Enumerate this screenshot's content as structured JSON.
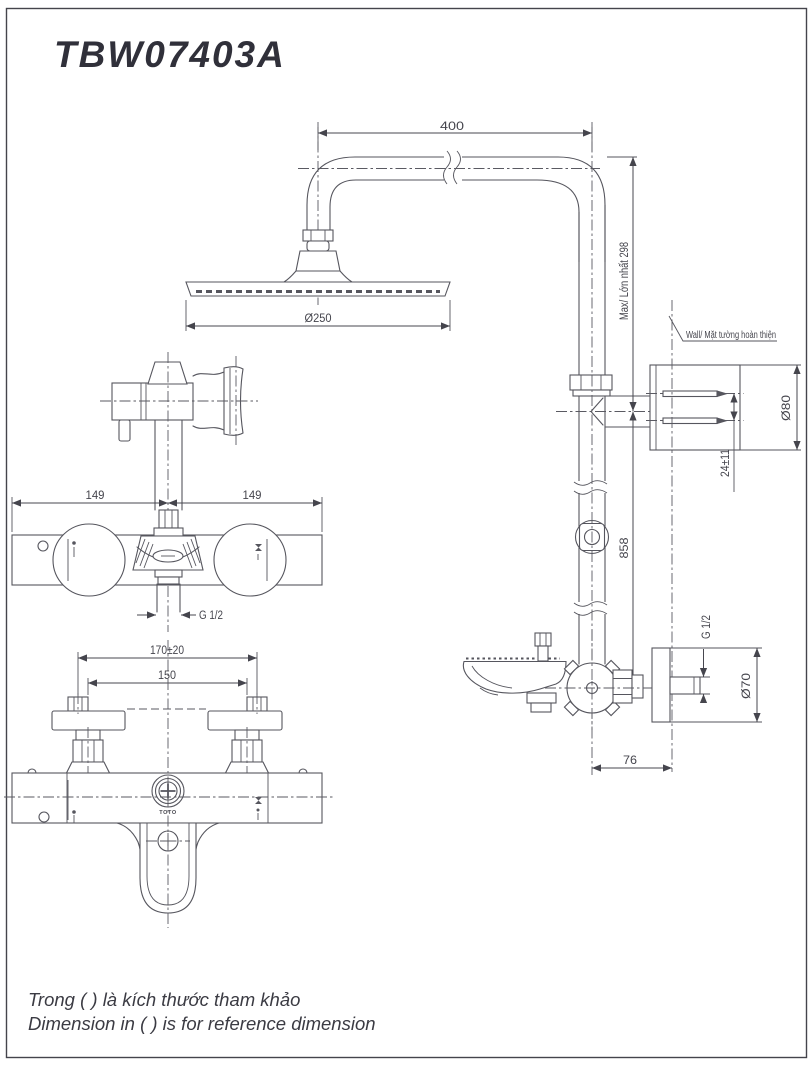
{
  "page": {
    "title": "TBW07403A",
    "notes": [
      "Trong ( ) là kích thước tham khảo",
      "Dimension in ( ) is for reference dimension"
    ]
  },
  "labels": {
    "arm_width": "400",
    "head_diameter": "Ø250",
    "max_height": "Max/ Lớn nhất 298",
    "wall": "Wall/ Mặt tường hoàn thiện",
    "mount_diameter": "Ø80",
    "screw_pitch": "24±11",
    "column_height": "858",
    "body_left": "149",
    "body_right": "149",
    "outlet_thread": "G 1/2",
    "inlet_span": "170±20",
    "inlet_centers": "150",
    "wall_thread": "G 1/2",
    "flange_diameter": "Ø70",
    "wall_offset": "76",
    "brand": "TOTO"
  }
}
